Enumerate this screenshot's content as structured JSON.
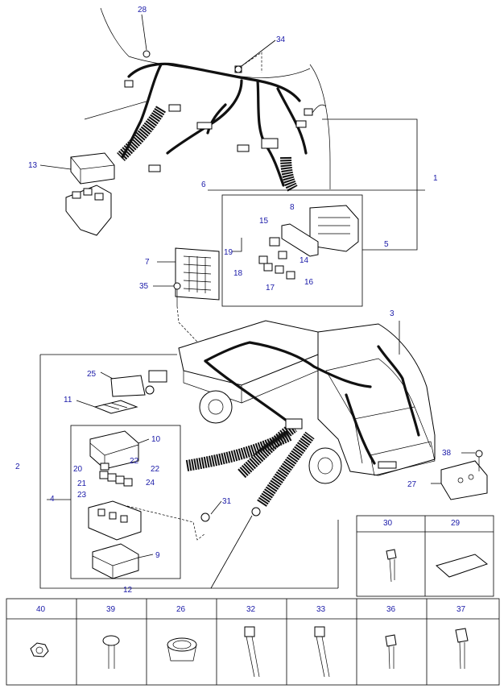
{
  "callouts": {
    "c1": "1",
    "c2": "2",
    "c3": "3",
    "c4": "4",
    "c5": "5",
    "c6": "6",
    "c7": "7",
    "c8": "8",
    "c9": "9",
    "c10": "10",
    "c11": "11",
    "c12": "12",
    "c13": "13",
    "c14": "14",
    "c15": "15",
    "c16": "16",
    "c17": "17",
    "c18": "18",
    "c19": "19",
    "c20": "20",
    "c21": "21",
    "c22a": "22",
    "c22b": "22",
    "c23": "23",
    "c24": "24",
    "c25": "25",
    "c27": "27",
    "c28": "28",
    "c29": "29",
    "c30": "30",
    "c31": "31",
    "c34": "34",
    "c35": "35",
    "c38": "38"
  },
  "bottom_table": [
    "40",
    "39",
    "26",
    "32",
    "33",
    "36",
    "37"
  ]
}
